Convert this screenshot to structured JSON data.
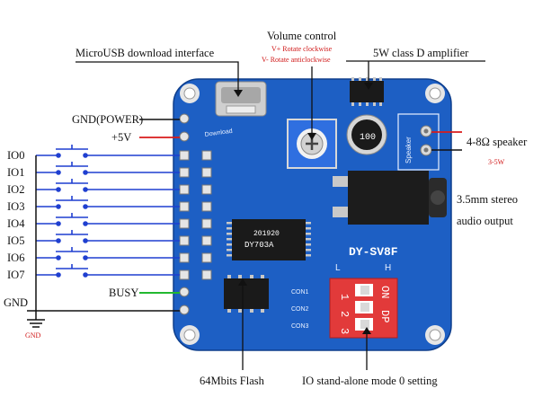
{
  "labels": {
    "microusb": "MicroUSB download interface",
    "volume_title": "Volume control",
    "volume_cw": "V+ Rotate clockwise",
    "volume_ccw": "V- Rotate anticlockwise",
    "amplifier": "5W class D amplifier",
    "gnd_power": "GND(POWER)",
    "plus5v": "+5V",
    "speaker": "4-8Ω speaker",
    "speaker_power": "3-5W",
    "stereo_line1": "3.5mm stereo",
    "stereo_line2": "audio output",
    "busy": "BUSY",
    "gnd": "GND",
    "gnd_symbol": "GND",
    "flash": "64Mbits Flash",
    "io_setting": "IO stand-alone mode 0 setting"
  },
  "io_pins": [
    "IO0",
    "IO1",
    "IO2",
    "IO3",
    "IO4",
    "IO5",
    "IO6",
    "IO7"
  ],
  "board": {
    "model": "DY-SV8F",
    "speaker_label": "Speaker",
    "download_label": "Download",
    "dip_low": "L",
    "dip_high": "H",
    "dip_on": "ON",
    "dip_dp": "DP",
    "dip_numbers": [
      "1",
      "2",
      "3"
    ],
    "con_labels": [
      "CON1",
      "CON2",
      "CON3"
    ],
    "chip_main": "DY703A",
    "chip_code": "201920",
    "cap_value": "100"
  },
  "colors": {
    "board": "#1d5fc4",
    "io_wire": "#1f3fd0",
    "busy_wire": "#22b830",
    "power_wire": "#d81c1c",
    "speaker_wire": "#d81c1c",
    "dip": "#e23a3a"
  }
}
